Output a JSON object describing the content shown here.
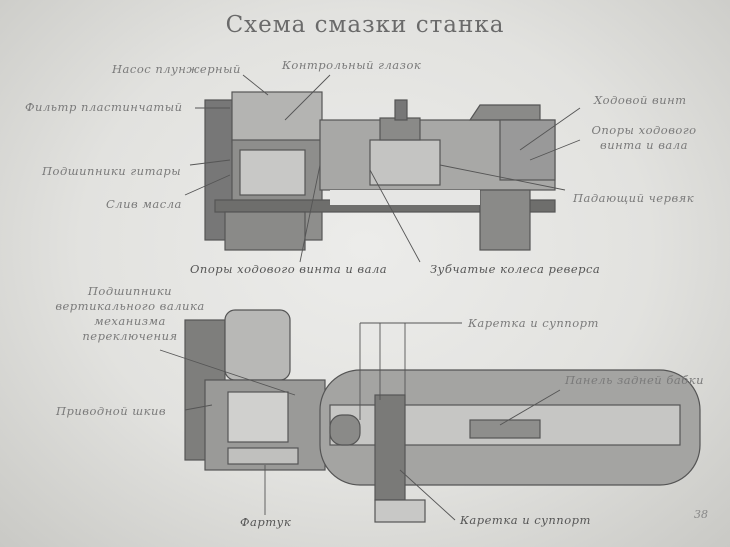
{
  "title": "Схема смазки станка",
  "top_diagram": {
    "labels": {
      "plunger_pump": "Насос плунжерный",
      "sight_glass": "Контрольный глазок",
      "plate_filter": "Фильтр пластинчатый",
      "gear_bearings": "Подшипники гитары",
      "oil_drain": "Слив масла",
      "lead_screw": "Ходовой винт",
      "supports_right": "Опоры ходового винта и вала",
      "drop_worm": "Падающий червяк",
      "supports_bottom": "Опоры ходового винта и вала",
      "reverse_gears": "Зубчатые колеса реверса"
    }
  },
  "bottom_diagram": {
    "labels": {
      "vertical_shaft_bearings": [
        "Подшипники",
        "вертикального валика",
        "механизма",
        "переключения"
      ],
      "drive_pulley": "Приводной шкив",
      "apron": "Фартук",
      "carriage_top": "Каретка и суппорт",
      "carriage_bottom": "Каретка и суппорт",
      "tailstock_panel": "Панель задней бабки"
    }
  },
  "page_number": "38"
}
